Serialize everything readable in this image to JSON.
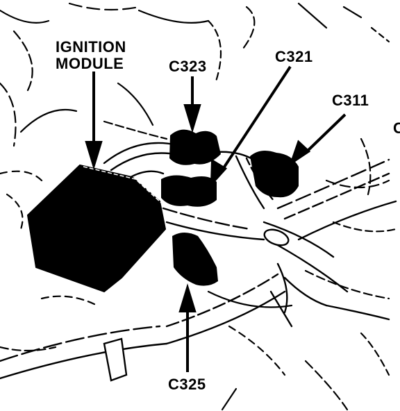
{
  "labels": {
    "ignition_module_line1": "IGNITION",
    "ignition_module_line2": "MODULE",
    "c323": "C323",
    "c321": "C321",
    "c311": "C311",
    "c325": "C325",
    "edge_partial": "C"
  },
  "colors": {
    "ink": "#000000",
    "paper": "#ffffff"
  }
}
